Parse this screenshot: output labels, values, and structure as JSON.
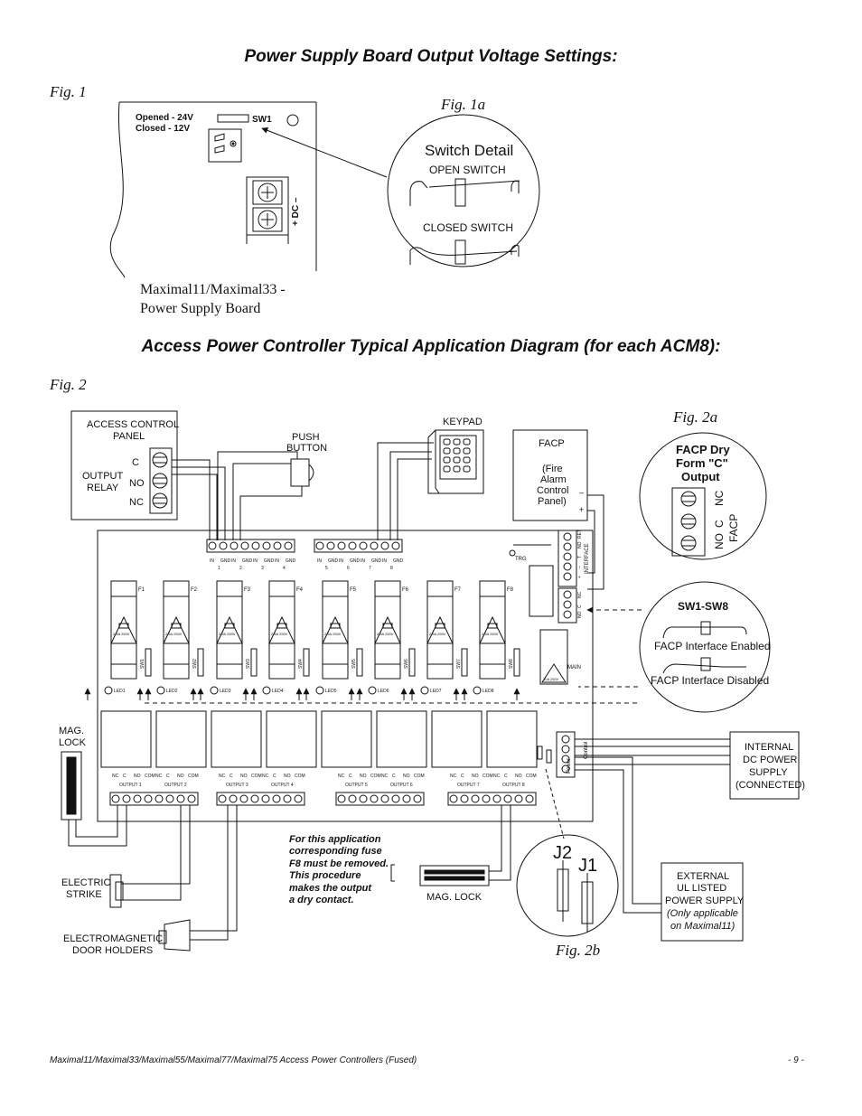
{
  "section1": {
    "title": "Power Supply Board Output Voltage Settings:",
    "fig1": "Fig. 1",
    "fig1a": "Fig. 1a",
    "opened": "Opened - 24V",
    "closed": "Closed - 12V",
    "sw1": "SW1",
    "dc": "+ DC –",
    "board_caption_line1": "Maximal11/Maximal33 -",
    "board_caption_line2": "Power Supply Board",
    "switch_detail": "Switch Detail",
    "open_switch": "OPEN SWITCH",
    "closed_switch": "CLOSED SWITCH"
  },
  "section2": {
    "title": "Access Power Controller Typical Application Diagram (for each ACM8):",
    "fig2": "Fig. 2",
    "fig2a": "Fig. 2a",
    "fig2b": "Fig. 2b",
    "acp_line1": "ACCESS CONTROL",
    "acp_line2": "PANEL",
    "output_relay_line1": "OUTPUT",
    "output_relay_line2": "RELAY",
    "relay_c": "C",
    "relay_no": "NO",
    "relay_nc": "NC",
    "push_button_line1": "PUSH",
    "push_button_line2": "BUTTON",
    "keypad": "KEYPAD",
    "facp_title": "FACP",
    "facp_sub": [
      "(Fire",
      "Alarm",
      "Control",
      "Panel)"
    ],
    "facp_minus": "–",
    "facp_plus": "+",
    "facp_dry": [
      "FACP Dry",
      "Form \"C\"",
      "Output"
    ],
    "facp_side": "FACP",
    "facp_terms": [
      "NO",
      "C",
      "NC"
    ],
    "sw1_sw8": "SW1-SW8",
    "interface_enabled": "FACP Interface Enabled",
    "interface_disabled": "FACP Interface Disabled",
    "mag_lock_left": [
      "MAG.",
      "LOCK"
    ],
    "electric_strike": [
      "ELECTRIC",
      "STRIKE"
    ],
    "door_holders": [
      "ELECTROMAGNETIC",
      "DOOR HOLDERS"
    ],
    "mag_lock_bottom": "MAG. LOCK",
    "internal_psu": [
      "INTERNAL",
      "DC POWER",
      "SUPPLY",
      "(CONNECTED)"
    ],
    "external_psu": [
      "EXTERNAL",
      "UL LISTED",
      "POWER SUPPLY"
    ],
    "external_psu_note": [
      "(Only applicable",
      "on Maximal11)"
    ],
    "note": [
      "For this application",
      "corresponding fuse",
      "F8 must be removed.",
      "This procedure",
      "makes the output",
      "a dry contact."
    ],
    "j2": "J2",
    "j1": "J1",
    "trg": "TRG",
    "main": "MAIN",
    "fuses": [
      "F1",
      "F2",
      "F3",
      "F4",
      "F5",
      "F6",
      "F7",
      "F8"
    ],
    "fuse_rating": "2.5A 250V",
    "main_rating": "10A 250V",
    "switches": [
      "SW1",
      "SW2",
      "SW3",
      "SW4",
      "SW5",
      "SW6",
      "SW7",
      "SW8"
    ],
    "leds": [
      "LED1",
      "LED2",
      "LED3",
      "LED4",
      "LED5",
      "LED6",
      "LED7",
      "LED8"
    ],
    "input_labels": [
      "IN",
      "GND"
    ],
    "input_numbers": [
      "1",
      "2",
      "3",
      "4",
      "5",
      "6",
      "7",
      "8"
    ],
    "output_terms": [
      "NC",
      "C",
      "NO",
      "COM"
    ],
    "outputs": [
      "OUTPUT 1",
      "OUTPUT 2",
      "OUTPUT 3",
      "OUTPUT 4",
      "OUTPUT 5",
      "OUTPUT 6",
      "OUTPUT 7",
      "OUTPUT 8"
    ],
    "interface_block": "INTERFACE",
    "interface_terms": [
      "+",
      "–",
      "T",
      "NO",
      "RET"
    ],
    "facp_block_terms": [
      "NO",
      "C",
      "NC"
    ],
    "power_block": [
      "Power",
      "Control"
    ]
  },
  "footer": {
    "left": "Maximal11/Maximal33/Maximal55/Maximal77/Maximal75 Access Power Controllers (Fused)",
    "right": "- 9 -"
  }
}
